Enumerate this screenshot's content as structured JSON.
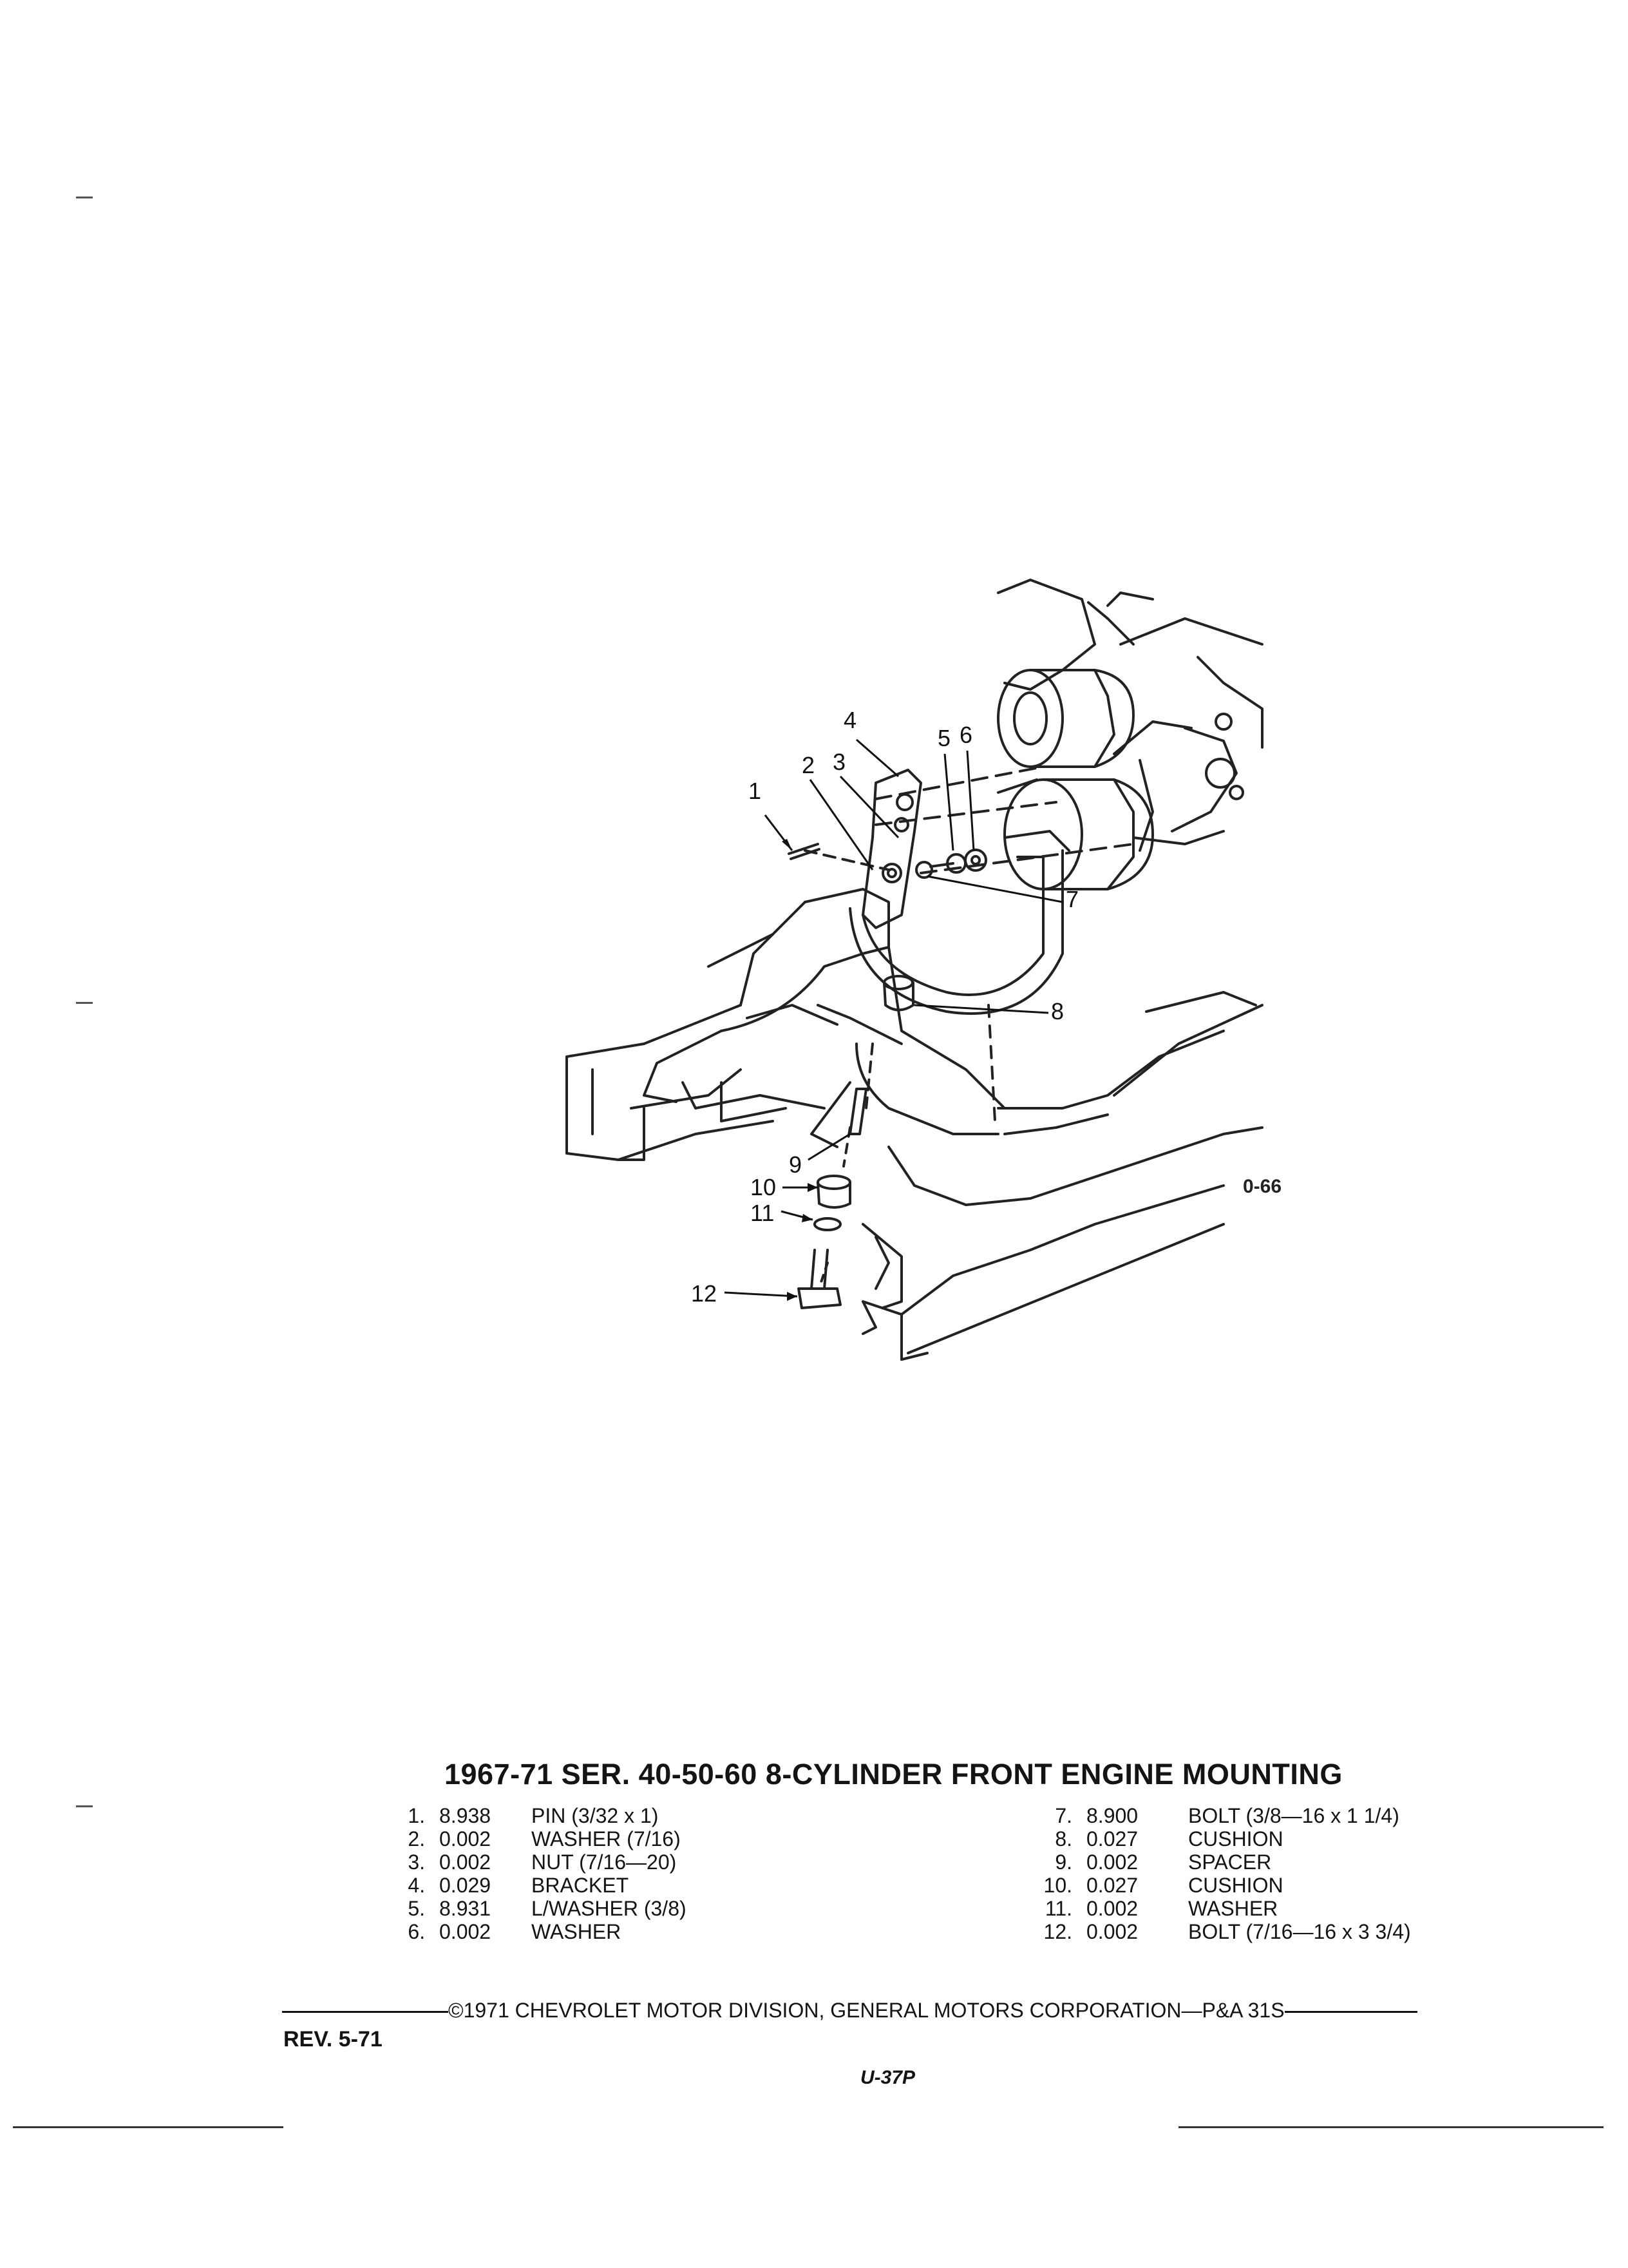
{
  "figure": {
    "code": "0-66",
    "callouts": [
      "1",
      "2",
      "3",
      "4",
      "5",
      "6",
      "7",
      "8",
      "9",
      "10",
      "11",
      "12"
    ]
  },
  "title": "1967-71 SER. 40-50-60 8-CYLINDER FRONT ENGINE MOUNTING",
  "parts_left": [
    {
      "num": "1.",
      "code": "8.938",
      "desc": "PIN (3/32 x 1)"
    },
    {
      "num": "2.",
      "code": "0.002",
      "desc": "WASHER (7/16)"
    },
    {
      "num": "3.",
      "code": "0.002",
      "desc": "NUT (7/16—20)"
    },
    {
      "num": "4.",
      "code": "0.029",
      "desc": "BRACKET"
    },
    {
      "num": "5.",
      "code": "8.931",
      "desc": "L/WASHER (3/8)"
    },
    {
      "num": "6.",
      "code": "0.002",
      "desc": "WASHER"
    }
  ],
  "parts_right": [
    {
      "num": "7.",
      "code": "8.900",
      "desc": "BOLT (3/8—16 x 1 1/4)"
    },
    {
      "num": "8.",
      "code": "0.027",
      "desc": "CUSHION"
    },
    {
      "num": "9.",
      "code": "0.002",
      "desc": "SPACER"
    },
    {
      "num": "10.",
      "code": "0.027",
      "desc": "CUSHION"
    },
    {
      "num": "11.",
      "code": "0.002",
      "desc": "WASHER"
    },
    {
      "num": "12.",
      "code": "0.002",
      "desc": "BOLT (7/16—16 x 3 3/4)"
    }
  ],
  "footer": {
    "copyright": "©1971 CHEVROLET MOTOR DIVISION, GENERAL MOTORS CORPORATION—P&A 31S",
    "revision": "REV. 5-71",
    "page": "U-37P"
  }
}
